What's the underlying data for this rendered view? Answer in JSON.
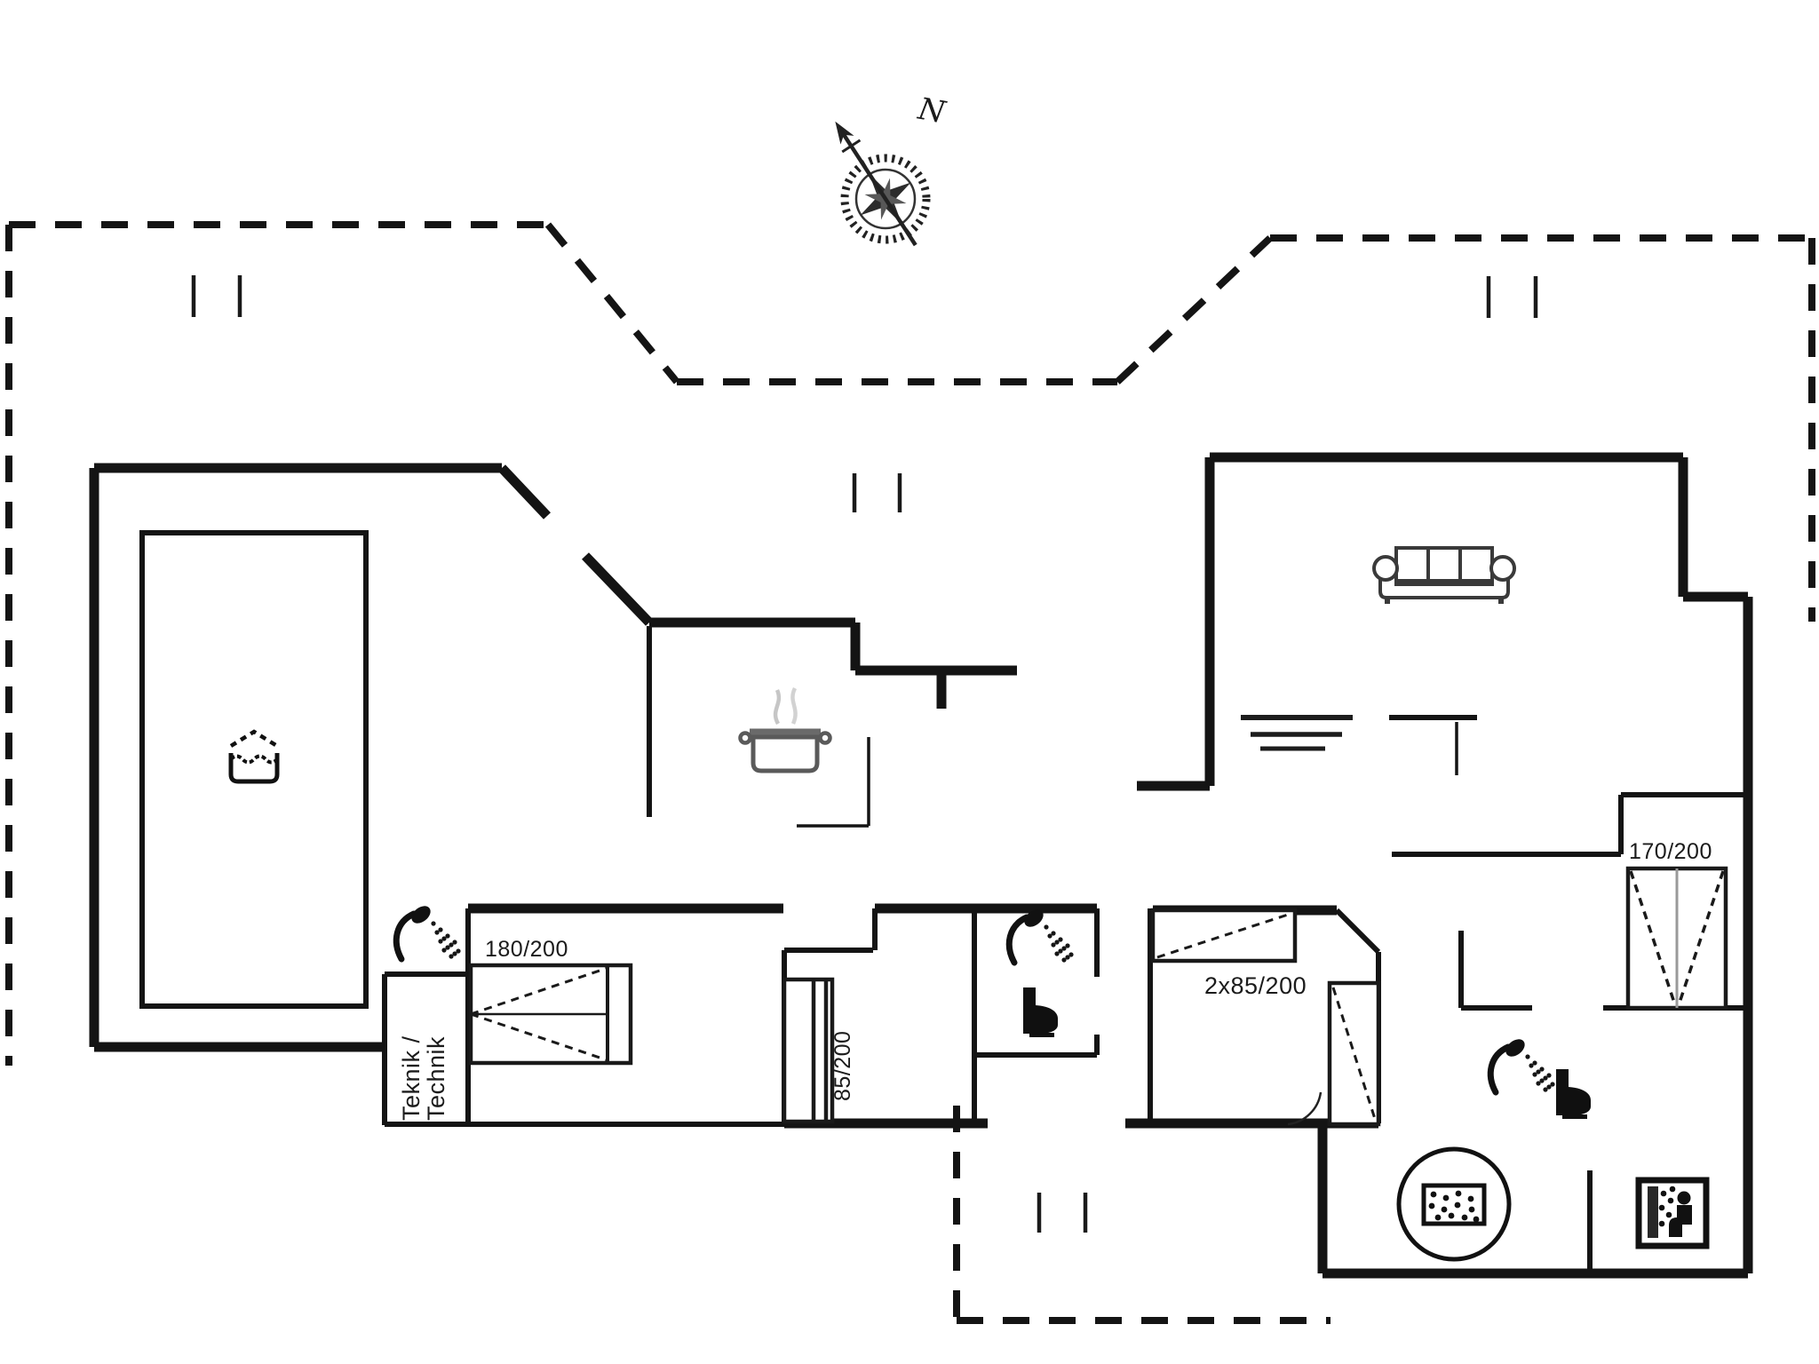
{
  "page": {
    "background": "#ffffff",
    "wall_color": "#141414",
    "type": "holiday-home floor plan"
  },
  "compass": {
    "north_label": "N"
  },
  "rooms": {
    "technik": {
      "line1": "Teknik /",
      "line2": "Technik"
    }
  },
  "beds": {
    "double_bed": {
      "label": "180/200"
    },
    "bunk_bed": {
      "label": "85/200"
    },
    "twin_beds": {
      "label": "2x85/200"
    },
    "queen_bed": {
      "label": "170/200"
    }
  },
  "icons": {
    "compass": "compass-rose-icon",
    "pool": "whirlpool-pool-icon",
    "pot": "cooking-pot-icon",
    "sofa": "sofa-icon",
    "water": "water-lines-icon",
    "shower": "shower-icon",
    "toilet": "toilet-icon",
    "hot_tub": "hot-tub-bubbles-icon",
    "sauna": "sauna-icon"
  }
}
